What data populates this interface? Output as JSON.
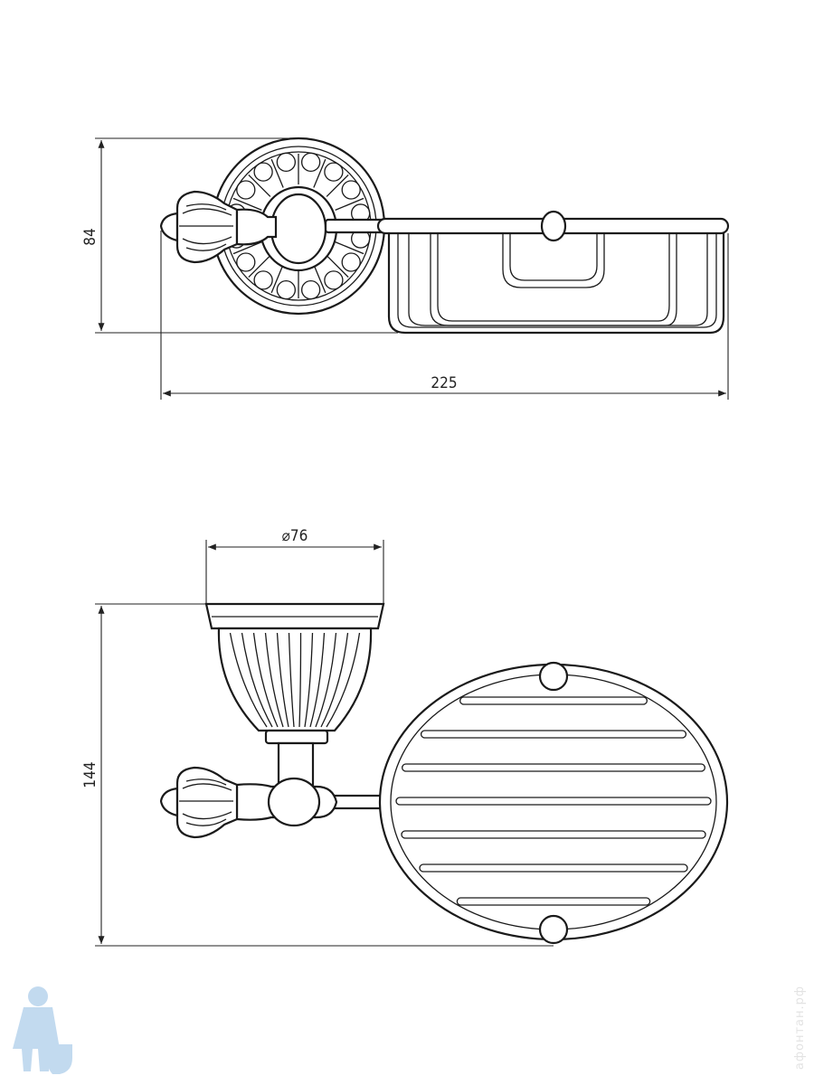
{
  "top_view": {
    "height_dimension": "84",
    "width_dimension": "225"
  },
  "front_view": {
    "diameter_dimension": "⌀76",
    "height_dimension": "144"
  },
  "watermark": {
    "text": "афонтан.рф",
    "logo": "plumber-with-toilet",
    "color": "#bcd6ee"
  }
}
